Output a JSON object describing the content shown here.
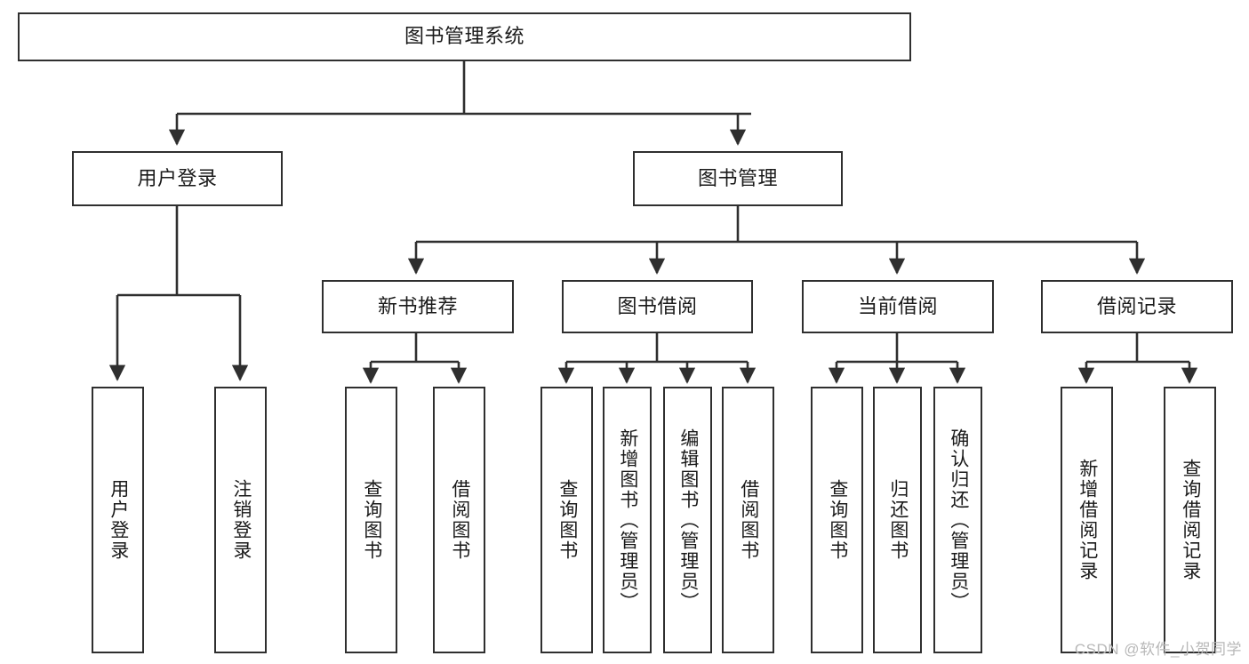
{
  "diagram": {
    "title_node": {
      "id": "root",
      "label": "图书管理系统"
    },
    "level1": [
      {
        "id": "login",
        "label": "用户登录"
      },
      {
        "id": "bookmgmt",
        "label": "图书管理"
      }
    ],
    "level2": [
      {
        "id": "newbook",
        "label": "新书推荐"
      },
      {
        "id": "borrow",
        "label": "图书借阅"
      },
      {
        "id": "current",
        "label": "当前借阅"
      },
      {
        "id": "record",
        "label": "借阅记录"
      }
    ],
    "leaves": {
      "login": [
        {
          "id": "leaf-user-login",
          "label": "用户登录"
        },
        {
          "id": "leaf-user-logout",
          "label": "注销登录"
        }
      ],
      "newbook": [
        {
          "id": "leaf-query-book-1",
          "label": "查询图书"
        },
        {
          "id": "leaf-borrow-book-1",
          "label": "借阅图书"
        }
      ],
      "borrow": [
        {
          "id": "leaf-query-book-2",
          "label": "查询图书"
        },
        {
          "id": "leaf-add-book",
          "label": "新增图书（管理员）"
        },
        {
          "id": "leaf-edit-book",
          "label": "编辑图书（管理员）"
        },
        {
          "id": "leaf-borrow-book-2",
          "label": "借阅图书"
        }
      ],
      "current": [
        {
          "id": "leaf-query-book-3",
          "label": "查询图书"
        },
        {
          "id": "leaf-return-book",
          "label": "归还图书"
        },
        {
          "id": "leaf-confirm-return",
          "label": "确认归还（管理员）"
        }
      ],
      "record": [
        {
          "id": "leaf-add-record",
          "label": "新增借阅记录"
        },
        {
          "id": "leaf-query-record",
          "label": "查询借阅记录"
        }
      ]
    }
  },
  "watermark": {
    "text": "CSDN @软件_小贺同学"
  },
  "colors": {
    "border": "#2f2f2f",
    "text": "#1a1a1a",
    "background": "#ffffff",
    "connector": "#2f2f2f",
    "watermark": "#b8b8b8"
  }
}
